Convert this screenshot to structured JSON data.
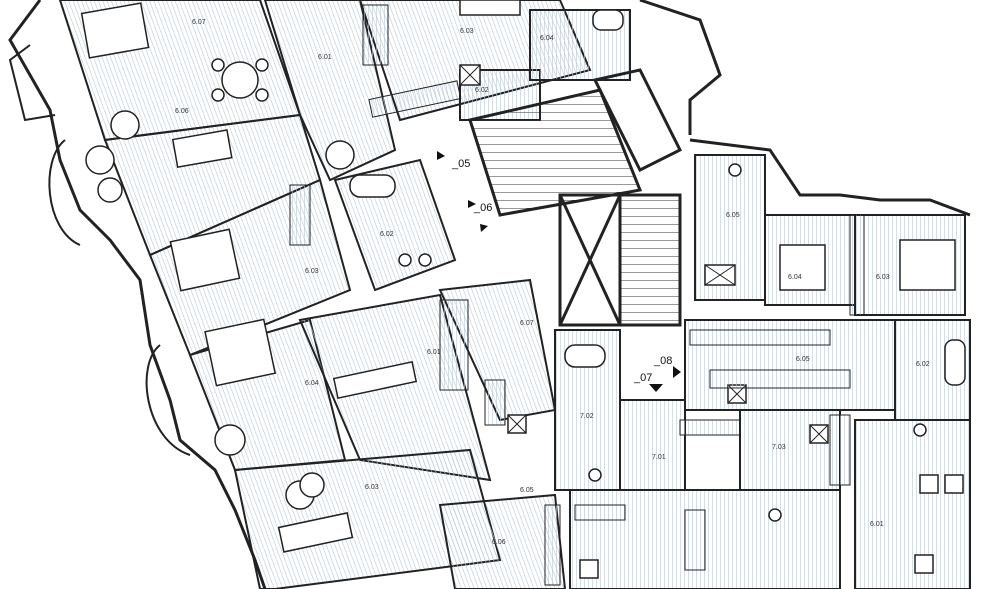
{
  "section_markers": [
    {
      "label": "_05"
    },
    {
      "label": "_06"
    },
    {
      "label": "_07"
    },
    {
      "label": "_08"
    }
  ],
  "rooms": [
    {
      "number": "6.07"
    },
    {
      "number": "6.03"
    },
    {
      "number": "6.04"
    },
    {
      "number": "6.01"
    },
    {
      "number": "6.02"
    },
    {
      "number": "6.06"
    },
    {
      "number": "6.02"
    },
    {
      "number": "6.03"
    },
    {
      "number": "6.05"
    },
    {
      "number": "6.07"
    },
    {
      "number": "6.01"
    },
    {
      "number": "6.04"
    },
    {
      "number": "6.05"
    },
    {
      "number": "6.04"
    },
    {
      "number": "6.03"
    },
    {
      "number": "6.02"
    },
    {
      "number": "7.02"
    },
    {
      "number": "7.01"
    },
    {
      "number": "6.05"
    },
    {
      "number": "7.03"
    },
    {
      "number": "6.03"
    },
    {
      "number": "6.01"
    },
    {
      "number": "6.06"
    }
  ],
  "colors": {
    "hatch": "#b9c8d6",
    "wall": "#222222",
    "floor": "#f4f7fa"
  }
}
